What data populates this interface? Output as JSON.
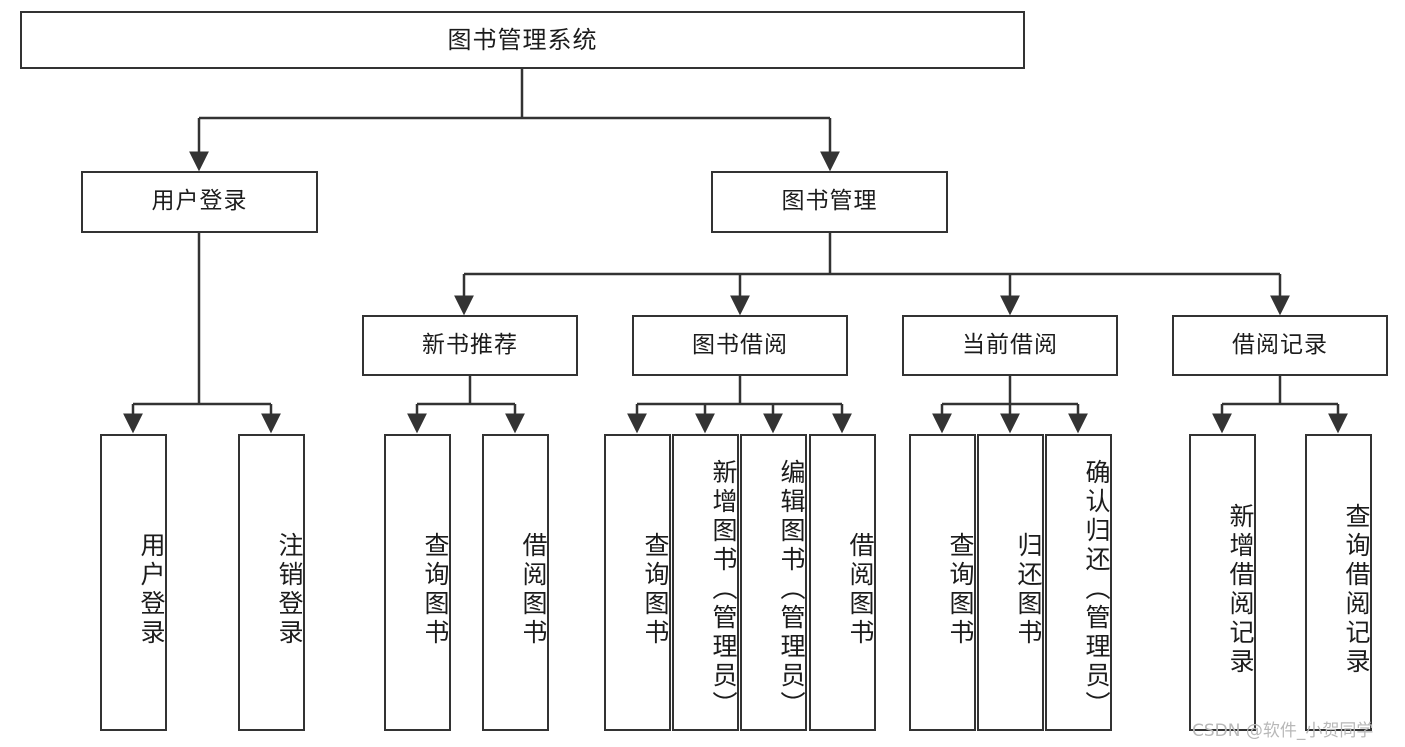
{
  "diagram": {
    "title": "图书管理系统",
    "type": "tree-hierarchy",
    "root": {
      "label": "图书管理系统"
    },
    "level1": [
      {
        "label": "用户登录"
      },
      {
        "label": "图书管理"
      }
    ],
    "level2": [
      {
        "label": "新书推荐"
      },
      {
        "label": "图书借阅"
      },
      {
        "label": "当前借阅"
      },
      {
        "label": "借阅记录"
      }
    ],
    "leaves": {
      "user_login": [
        {
          "label": "用户登录"
        },
        {
          "label": "注销登录"
        }
      ],
      "new_book_recommend": [
        {
          "label": "查询图书"
        },
        {
          "label": "借阅图书"
        }
      ],
      "book_borrow": [
        {
          "label": "查询图书"
        },
        {
          "label": "新增图书（管理员）"
        },
        {
          "label": "编辑图书（管理员）"
        },
        {
          "label": "借阅图书"
        }
      ],
      "current_borrow": [
        {
          "label": "查询图书"
        },
        {
          "label": "归还图书"
        },
        {
          "label": "确认归还（管理员）"
        }
      ],
      "borrow_record": [
        {
          "label": "新增借阅记录"
        },
        {
          "label": "查询借阅记录"
        }
      ]
    }
  },
  "watermark": {
    "text": "CSDN @软件_小贺同学"
  },
  "colors": {
    "stroke": "#333333",
    "background": "#ffffff",
    "text": "#1c1c1c",
    "watermark": "#b8b8b8"
  }
}
